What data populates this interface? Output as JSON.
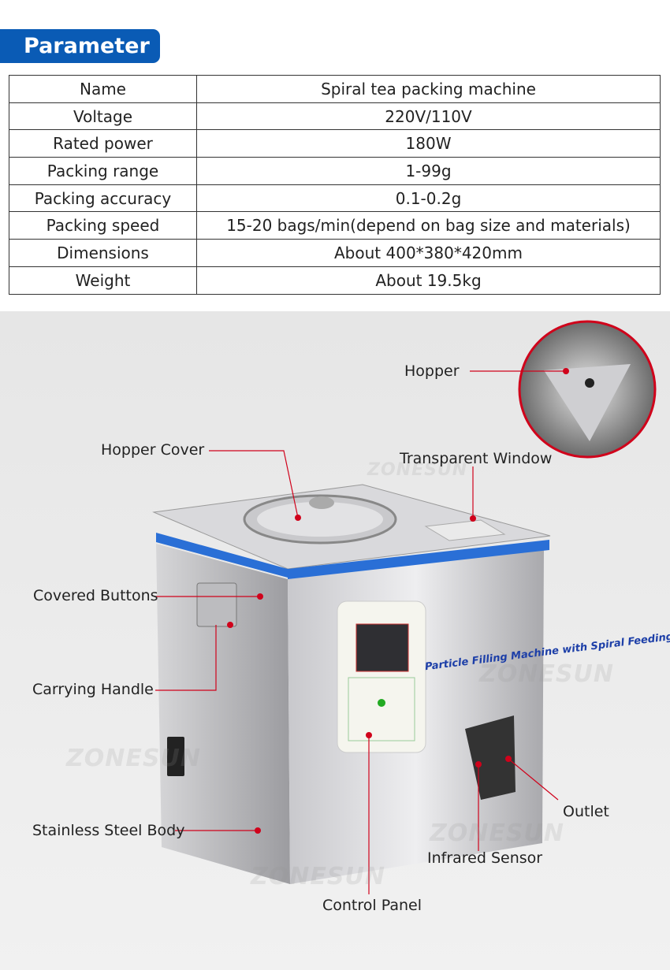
{
  "header": {
    "title": "Parameter"
  },
  "params": [
    {
      "name": "Name",
      "value": "Spiral tea packing machine"
    },
    {
      "name": "Voltage",
      "value": "220V/110V"
    },
    {
      "name": "Rated power",
      "value": "180W"
    },
    {
      "name": "Packing range",
      "value": "1-99g"
    },
    {
      "name": "Packing accuracy",
      "value": "0.1-0.2g"
    },
    {
      "name": "Packing speed",
      "value": "15-20 bags/min(depend on bag size and materials)"
    },
    {
      "name": "Dimensions",
      "value": "About 400*380*420mm"
    },
    {
      "name": "Weight",
      "value": "About 19.5kg"
    }
  ],
  "callouts": {
    "hopper": "Hopper",
    "hopper_cover": "Hopper Cover",
    "transparent_window": "Transparent Window",
    "covered_buttons": "Covered Buttons",
    "carrying_handle": "Carrying Handle",
    "stainless_body": "Stainless Steel Body",
    "outlet": "Outlet",
    "infrared_sensor": "Infrared Sensor",
    "control_panel": "Control Panel"
  },
  "machine_label": "Particle Filling Machine with Spiral Feeding",
  "watermark": "ZONESUN",
  "colors": {
    "accent": "#0a5bb5",
    "callout": "#d0021b"
  }
}
